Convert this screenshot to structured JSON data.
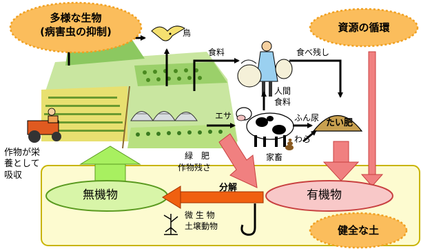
{
  "bubbles": {
    "biodiversity_line1": "多様な生物",
    "biodiversity_line2": "(病害虫の抑制)",
    "resource_cycle": "資源の循環",
    "healthy_soil": "健全な土"
  },
  "labels": {
    "bird": "鳥",
    "food_top": "食料",
    "leftovers": "食べ残し",
    "human": "人間",
    "food_mid": "食料",
    "feed": "エサ",
    "manure": "ふん尿",
    "straw": "わら",
    "compost": "たい肥",
    "livestock": "家畜",
    "green_manure": "緑　肥",
    "crop_residue": "作物残さ",
    "crop_absorb_1": "作物が栄",
    "crop_absorb_2": "養として",
    "crop_absorb_3": "吸収",
    "decomposition": "分解",
    "microbes": "微 生 物",
    "soil_animals": "土壌動物"
  },
  "soil": {
    "inorganic": "無機物",
    "organic": "有機物"
  },
  "colors": {
    "soil_fill": "#fdfbd0",
    "soil_border": "#c8b400",
    "bubble": "#fbbd5c",
    "bubble_dot": "#f0a020",
    "inorganic_fill": "#d8f5a8",
    "organic_fill": "#f8c8c8",
    "red_arrow": "#f08080",
    "green_arrow": "#a8f060",
    "orange_arrow": "#f06010",
    "compost_fill": "#c8a050"
  }
}
